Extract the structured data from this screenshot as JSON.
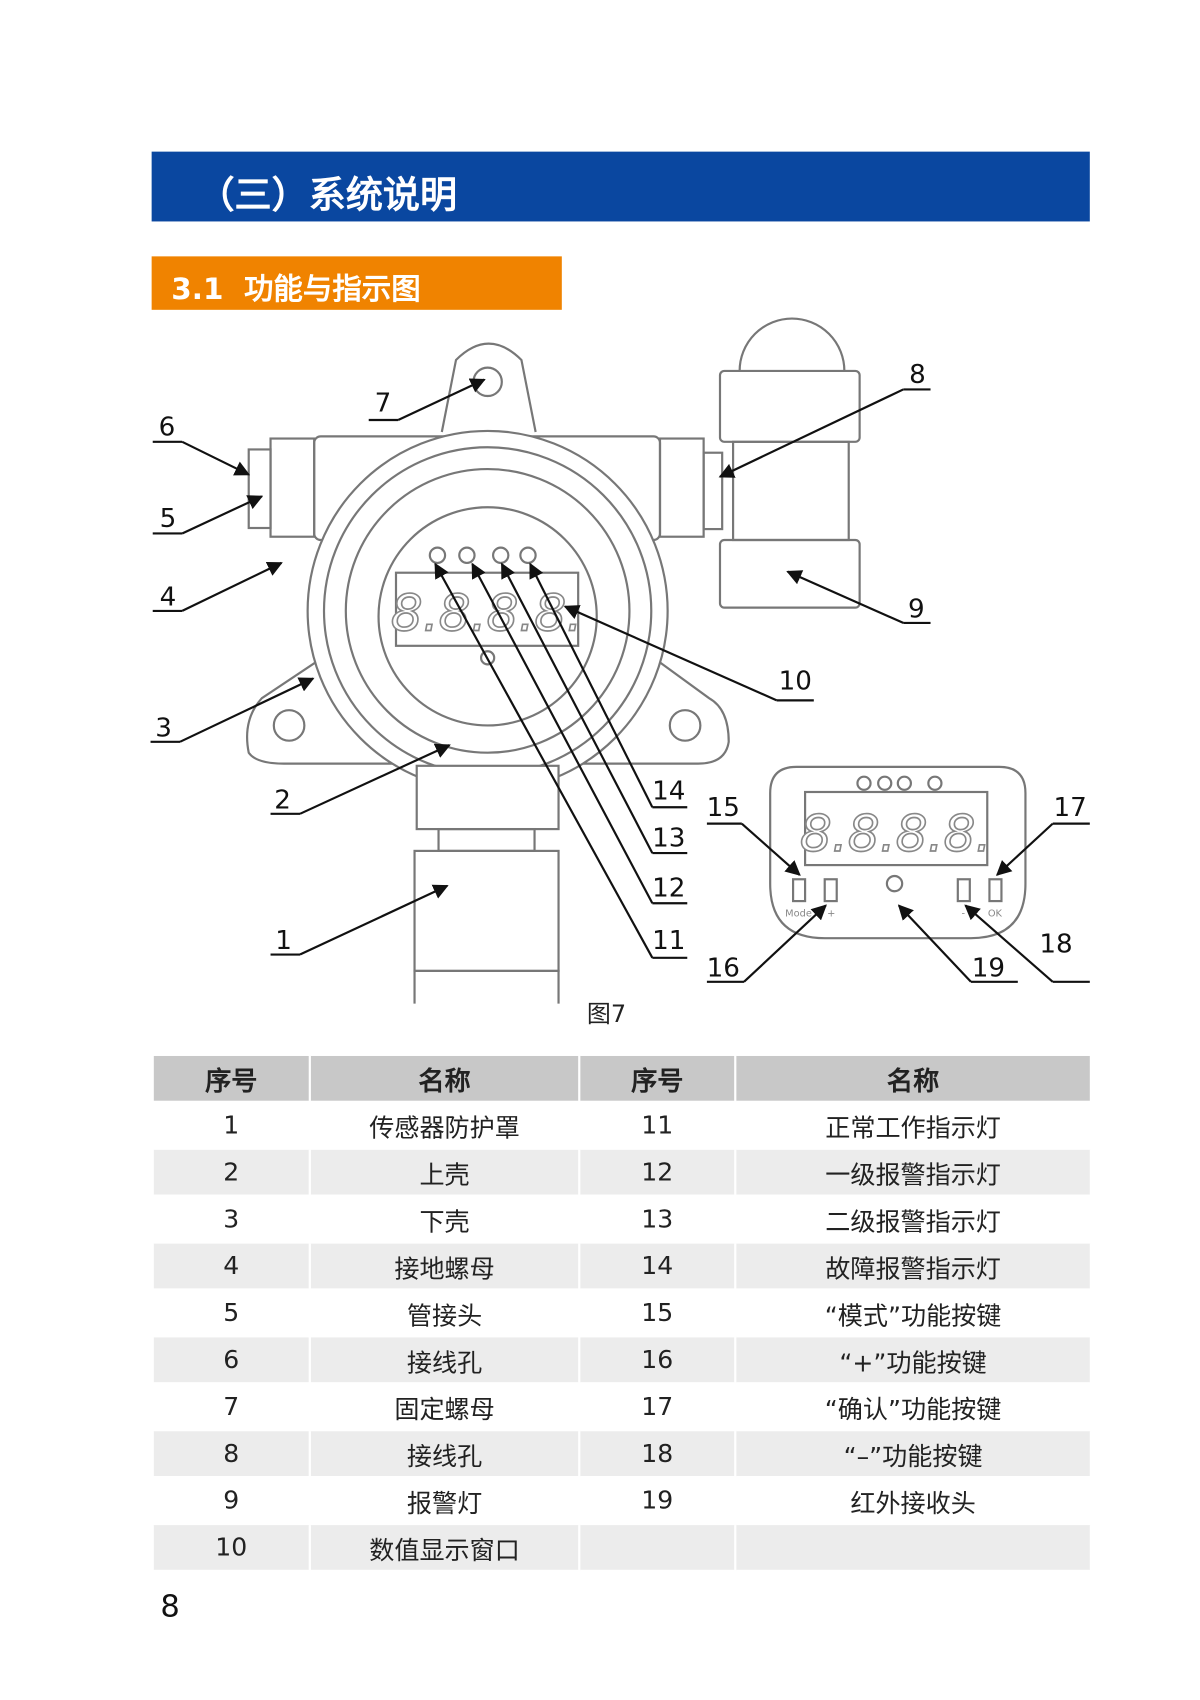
{
  "section_title": "（三）系统说明",
  "subsection_title": "3.1  功能与指示图",
  "figure": {
    "caption": "图7",
    "display_digits": "8.8.8.8.",
    "panel_buttons": [
      "Mode",
      "+",
      "-",
      "OK"
    ],
    "callouts": [
      "1",
      "2",
      "3",
      "4",
      "5",
      "6",
      "7",
      "8",
      "9",
      "10",
      "11",
      "12",
      "13",
      "14",
      "15",
      "16",
      "17",
      "18",
      "19"
    ]
  },
  "table": {
    "headers": [
      "序号",
      "名称",
      "序号",
      "名称"
    ],
    "rows": [
      [
        "1",
        "传感器防护罩",
        "11",
        "正常工作指示灯"
      ],
      [
        "2",
        "上壳",
        "12",
        "一级报警指示灯"
      ],
      [
        "3",
        "下壳",
        "13",
        "二级报警指示灯"
      ],
      [
        "4",
        "接地螺母",
        "14",
        "故障报警指示灯"
      ],
      [
        "5",
        "管接头",
        "15",
        "“模式”功能按键"
      ],
      [
        "6",
        "接线孔",
        "16",
        "“+”功能按键"
      ],
      [
        "7",
        "固定螺母",
        "17",
        "“确认”功能按键"
      ],
      [
        "8",
        "接线孔",
        "18",
        "“–”功能按键"
      ],
      [
        "9",
        "报警灯",
        "19",
        "红外接收头"
      ],
      [
        "10",
        "数值显示窗口",
        "",
        ""
      ]
    ]
  },
  "page_number": "8",
  "colors": {
    "header_blue": "#0a47a0",
    "subheader_orange": "#f08300",
    "table_header": "#c8c8c8",
    "table_stripe": "#ececec"
  }
}
